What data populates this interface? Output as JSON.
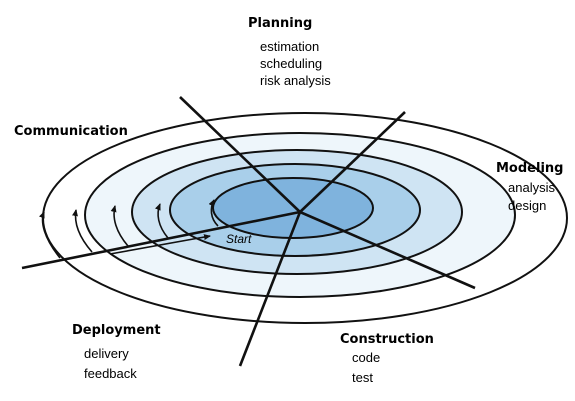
{
  "diagram": {
    "start_label": "Start",
    "colors": {
      "ring_fills": [
        "#ffffff",
        "#eef6fb",
        "#cfe4f3",
        "#a9cfea",
        "#7fb3dd"
      ],
      "stroke": "#111111",
      "background": "#ffffff"
    },
    "phases": {
      "planning": {
        "title": "Planning",
        "items": [
          "estimation",
          "scheduling",
          "risk analysis"
        ]
      },
      "communication": {
        "title": "Communication",
        "items": []
      },
      "modeling": {
        "title": "Modeling",
        "items": [
          "analysis",
          "design"
        ]
      },
      "construction": {
        "title": "Construction",
        "items": [
          "code",
          "test"
        ]
      },
      "deployment": {
        "title": "Deployment",
        "items": [
          "delivery",
          "feedback"
        ]
      }
    }
  }
}
